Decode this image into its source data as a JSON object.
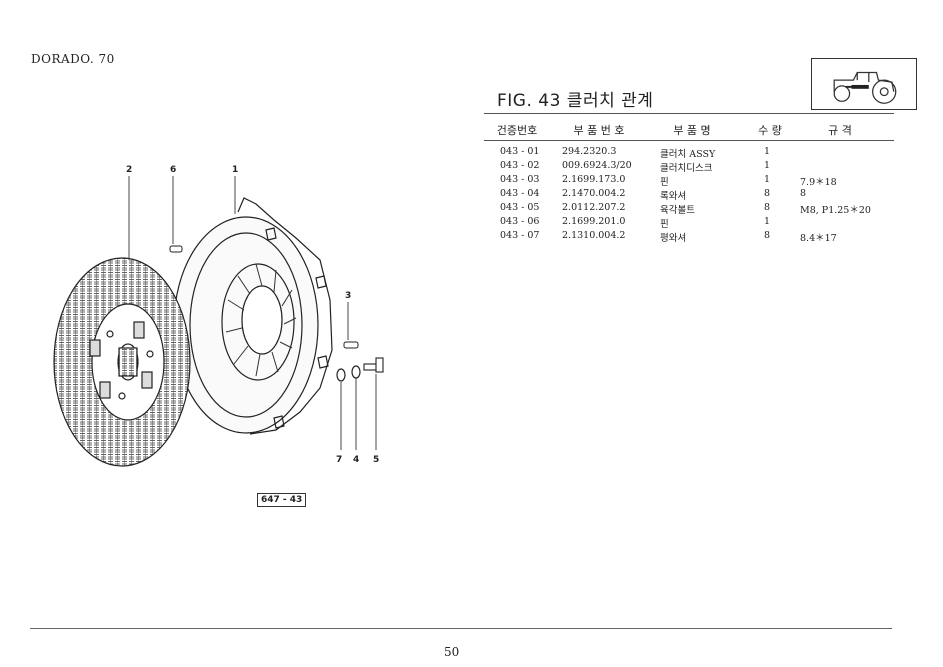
{
  "header": {
    "model": "DORADO. 70",
    "fig_title": "FIG. 43 클러치 관계",
    "logo_icon": "tractor-icon"
  },
  "table": {
    "columns": [
      "건증번호",
      "부 품 번 호",
      "부 품 명",
      "수 량",
      "규 격"
    ],
    "rows": [
      {
        "code": "043 - 01",
        "part": "294.2320.3",
        "name": "클러치 ASSY",
        "qty": "1",
        "spec": ""
      },
      {
        "code": "043 - 02",
        "part": "009.6924.3/20",
        "name": "클러치디스크",
        "qty": "1",
        "spec": ""
      },
      {
        "code": "043 - 03",
        "part": "2.1699.173.0",
        "name": "핀",
        "qty": "1",
        "spec": "7.9＊18"
      },
      {
        "code": "043 - 04",
        "part": "2.1470.004.2",
        "name": "록와셔",
        "qty": "8",
        "spec": "8"
      },
      {
        "code": "043 - 05",
        "part": "2.0112.207.2",
        "name": "육각볼트",
        "qty": "8",
        "spec": "M8, P1.25＊20"
      },
      {
        "code": "043 - 06",
        "part": "2.1699.201.0",
        "name": "핀",
        "qty": "1",
        "spec": ""
      },
      {
        "code": "043 - 07",
        "part": "2.1310.004.2",
        "name": "평와셔",
        "qty": "8",
        "spec": "8.4＊17"
      }
    ]
  },
  "diagram": {
    "callouts": [
      "2",
      "6",
      "1",
      "3",
      "7",
      "4",
      "5"
    ],
    "ref_label": "647 - 43"
  },
  "footer": {
    "page_number": "50"
  }
}
